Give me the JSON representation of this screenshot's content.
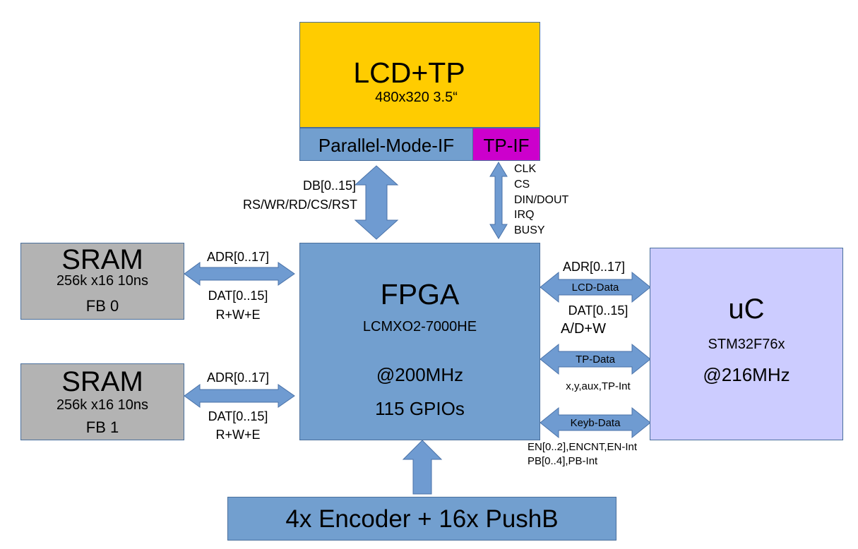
{
  "lcd": {
    "title": "LCD+TP",
    "subtitle": "480x320 3.5“",
    "parallel_if": "Parallel-Mode-IF",
    "tp_if": "TP-IF"
  },
  "lcd_bus": {
    "line1": "DB[0..15]",
    "line2": "RS/WR/RD/CS/RST"
  },
  "tp_bus": [
    "CLK",
    "CS",
    "DIN/DOUT",
    "IRQ",
    "BUSY"
  ],
  "sram0": {
    "title": "SRAM",
    "spec": "256k x16 10ns",
    "name": "FB 0"
  },
  "sram1": {
    "title": "SRAM",
    "spec": "256k x16 10ns",
    "name": "FB 1"
  },
  "sram0_bus": {
    "adr": "ADR[0..17]",
    "dat": "DAT[0..15]",
    "ctl": "R+W+E"
  },
  "sram1_bus": {
    "adr": "ADR[0..17]",
    "dat": "DAT[0..15]",
    "ctl": "R+W+E"
  },
  "fpga": {
    "title": "FPGA",
    "part": "LCMXO2-7000HE",
    "clock": "@200MHz",
    "gpios": "115 GPIOs"
  },
  "uc": {
    "title": "uC",
    "part": "STM32F76x",
    "clock": "@216MHz"
  },
  "lcd_data": {
    "adr": "ADR[0..17]",
    "label": "LCD-Data",
    "dat": "DAT[0..15]",
    "ctl": "A/D+W"
  },
  "tp_data": {
    "label": "TP-Data",
    "sub": "x,y,aux,TP-Int"
  },
  "keyb_data": {
    "label": "Keyb-Data",
    "sub1": "EN[0..2],ENCNT,EN-Int",
    "sub2": "PB[0..4],PB-Int"
  },
  "encoder": {
    "label": "4x Encoder + 16x PushB"
  },
  "colors": {
    "lcd_fill": "#ffcc00",
    "if_fill": "#729fcf",
    "tp_if_fill": "#cc00cc",
    "sram_fill": "#b3b3b3",
    "fpga_fill": "#729fcf",
    "uc_fill": "#ccccff",
    "encoder_fill": "#729fcf",
    "arrow_fill": "#6f9bd1"
  }
}
